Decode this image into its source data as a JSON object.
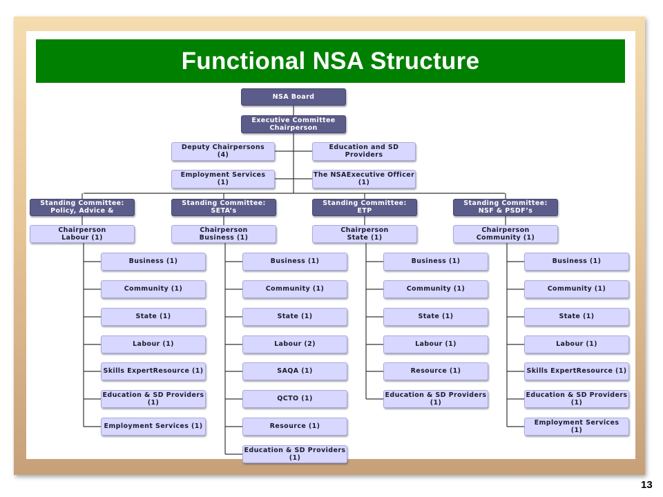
{
  "slide": {
    "title": "Functional NSA Structure",
    "page_number": "13"
  },
  "org": {
    "board": {
      "l1": "NSA Board",
      "l2": ""
    },
    "exec": {
      "l1": "Executive Committee",
      "l2": "Chairperson"
    },
    "deputy": {
      "l1": "Deputy Chairpersons",
      "l2": "(4)"
    },
    "edu": {
      "l1": "Education and SD",
      "l2": "Providers"
    },
    "emp": {
      "l1": "Employment Services",
      "l2": "(1)"
    },
    "officer": {
      "l1": "The NSAExecutive Officer",
      "l2": "(1)"
    },
    "committees": [
      {
        "head": {
          "l1": "Standing Committee:",
          "l2": "Policy, Advice &"
        },
        "chair": {
          "l1": "Chairperson",
          "l2": "Labour (1)"
        },
        "members": [
          {
            "l1": "Business (1)",
            "l2": ""
          },
          {
            "l1": "Community (1)",
            "l2": ""
          },
          {
            "l1": "State (1)",
            "l2": ""
          },
          {
            "l1": "Labour (1)",
            "l2": ""
          },
          {
            "l1": "Skills ExpertResource (1)",
            "l2": ""
          },
          {
            "l1": "Education & SD Providers",
            "l2": "(1)"
          },
          {
            "l1": "Employment Services (1)",
            "l2": ""
          }
        ]
      },
      {
        "head": {
          "l1": "Standing Committee:",
          "l2": "SETA’s"
        },
        "chair": {
          "l1": "Chairperson",
          "l2": "Business (1)"
        },
        "members": [
          {
            "l1": "Business (1)",
            "l2": ""
          },
          {
            "l1": "Community (1)",
            "l2": ""
          },
          {
            "l1": "State (1)",
            "l2": ""
          },
          {
            "l1": "Labour (2)",
            "l2": ""
          },
          {
            "l1": "SAQA (1)",
            "l2": ""
          },
          {
            "l1": "QCTO (1)",
            "l2": ""
          },
          {
            "l1": "Resource (1)",
            "l2": ""
          },
          {
            "l1": "Education & SD Providers",
            "l2": "(1)"
          }
        ]
      },
      {
        "head": {
          "l1": "Standing Committee:",
          "l2": "ETP"
        },
        "chair": {
          "l1": "Chairperson",
          "l2": "State (1)"
        },
        "members": [
          {
            "l1": "Business (1)",
            "l2": ""
          },
          {
            "l1": "Community (1)",
            "l2": ""
          },
          {
            "l1": "State (1)",
            "l2": ""
          },
          {
            "l1": "Labour (1)",
            "l2": ""
          },
          {
            "l1": "Resource (1)",
            "l2": ""
          },
          {
            "l1": "Education & SD Providers",
            "l2": "(1)"
          }
        ]
      },
      {
        "head": {
          "l1": "Standing Committee:",
          "l2": "NSF & PSDF’s"
        },
        "chair": {
          "l1": "Chairperson",
          "l2": "Community (1)"
        },
        "members": [
          {
            "l1": "Business (1)",
            "l2": ""
          },
          {
            "l1": "Community (1)",
            "l2": ""
          },
          {
            "l1": "State (1)",
            "l2": ""
          },
          {
            "l1": "Labour (1)",
            "l2": ""
          },
          {
            "l1": "Skills ExpertResource (1)",
            "l2": ""
          },
          {
            "l1": "Education & SD Providers",
            "l2": "(1)"
          },
          {
            "l1": "Employment Services",
            "l2": "(1)"
          }
        ]
      }
    ]
  },
  "colors": {
    "title_bar": "#008000",
    "box_light": "#d7d7ff",
    "box_dark": "#5c5c8a",
    "connector": "#333333"
  }
}
